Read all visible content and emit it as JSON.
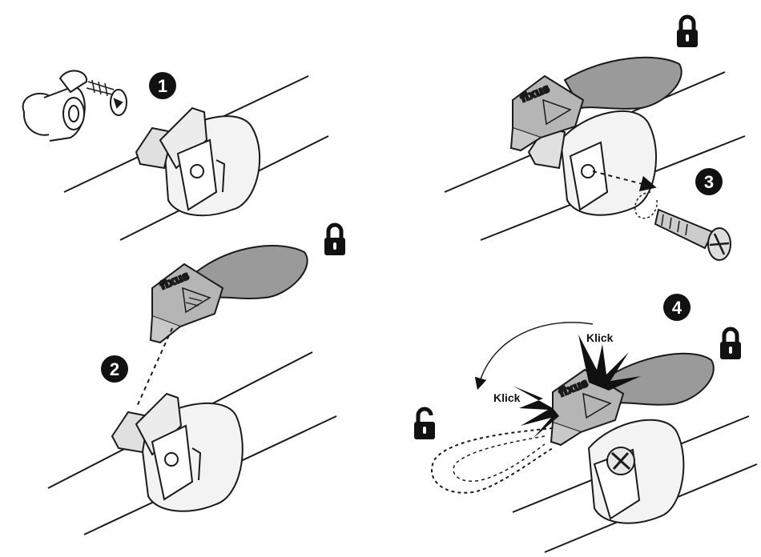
{
  "steps": [
    {
      "number": "1"
    },
    {
      "number": "2"
    },
    {
      "number": "3"
    },
    {
      "number": "4"
    }
  ],
  "brand_text": "fixus",
  "sounds": {
    "klick_upper": "Klick",
    "klick_lower": "Klick"
  },
  "icons": {
    "lock": "padlock-closed-icon",
    "unlock": "padlock-open-icon",
    "rotate": "rotate-arrow-icon"
  },
  "colors": {
    "outline": "#1a1a1a",
    "lever_fill": "#9a9a9a",
    "housing_fill": "#b5b5b5",
    "clamp_fill": "#ececec",
    "badge_fill": "#111111"
  }
}
